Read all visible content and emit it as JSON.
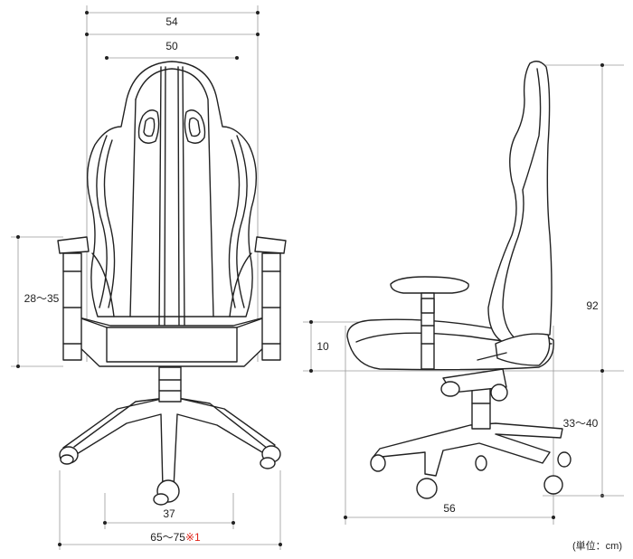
{
  "dimensions": {
    "front_overall_width": "54",
    "front_back_width": "50",
    "front_armrest_range": "28～35",
    "front_seat_width": "37",
    "front_base_width": "65～75",
    "front_base_note_mark": "※1",
    "side_seat_height_adjust": "10",
    "side_total_height": "92",
    "side_seat_height": "33～40",
    "side_depth": "56"
  },
  "unit_label": "(単位：cm)"
}
